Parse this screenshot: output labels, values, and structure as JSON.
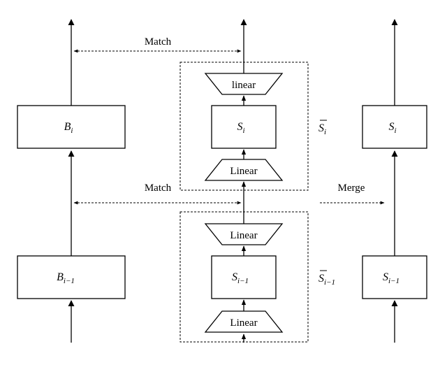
{
  "labels": {
    "match_top": "Match",
    "match_mid": "Match",
    "merge": "Merge"
  },
  "blocks": {
    "b_i": {
      "base": "B",
      "sub": "i"
    },
    "b_i_minus_1": {
      "base": "B",
      "sub": "i−1"
    },
    "s_i_center": {
      "base": "S",
      "sub": "i"
    },
    "s_i_minus_1_center": {
      "base": "S",
      "sub": "i−1"
    },
    "s_i_right": {
      "base": "S",
      "sub": "i"
    },
    "s_i_minus_1_right": {
      "base": "S",
      "sub": "i−1"
    }
  },
  "groups": {
    "s_bar_i": {
      "base": "S",
      "sub": "i"
    },
    "s_bar_i_minus_1": {
      "base": "S",
      "sub": "i−1"
    }
  },
  "trapezoids": {
    "top_linear": "linear",
    "upper_linear": "Linear",
    "lower_top_linear": "Linear",
    "bottom_linear": "Linear"
  },
  "colors": {
    "stroke": "#000000",
    "background": "#ffffff"
  }
}
